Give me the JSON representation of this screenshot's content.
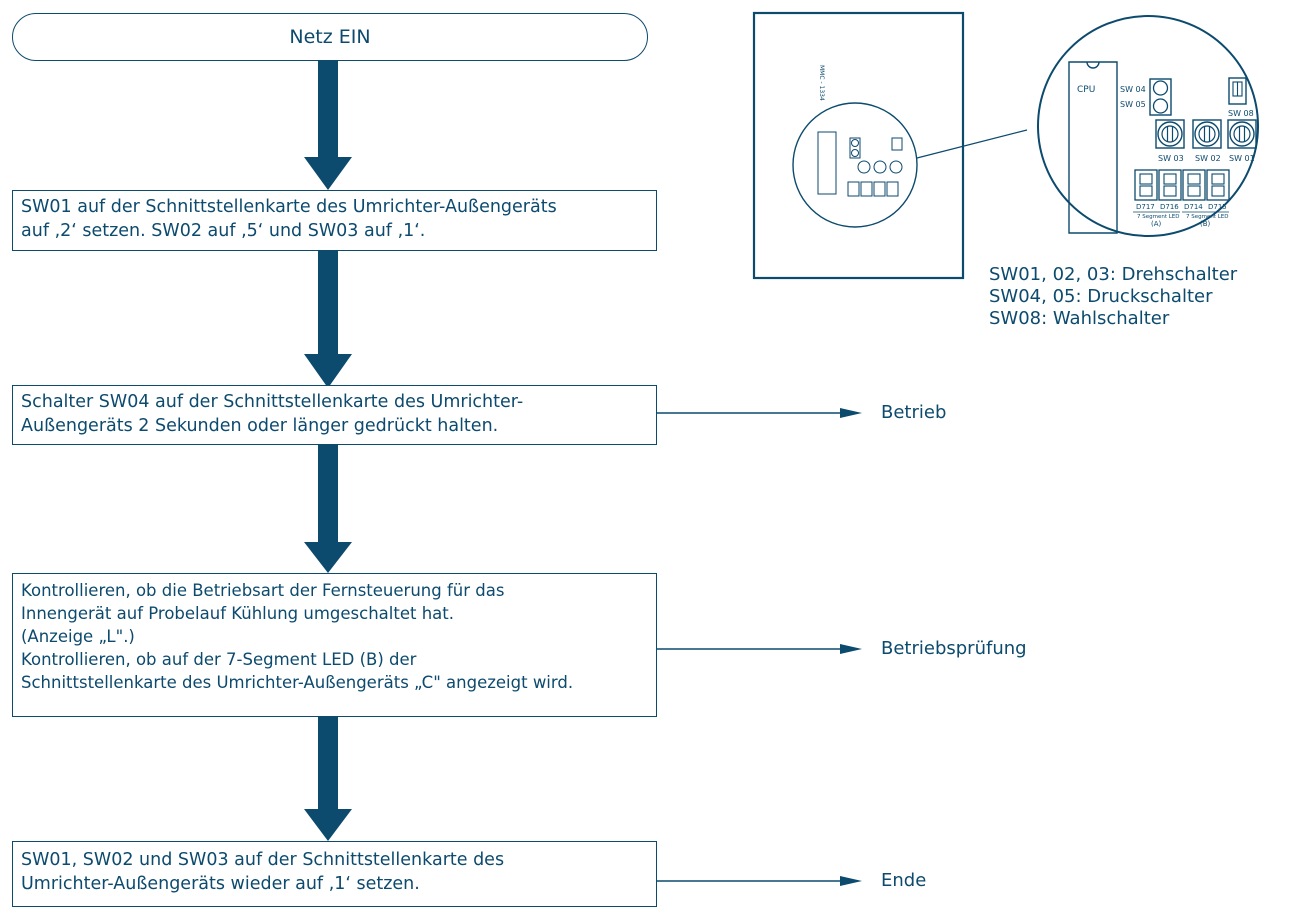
{
  "flowchart": {
    "start": "Netz EIN",
    "steps": [
      {
        "lines": [
          "SW01 auf der Schnittstellenkarte des Umrichter-Außengeräts",
          "auf ‚2‘ setzen. SW02 auf ‚5‘ und SW03 auf ‚1‘."
        ]
      },
      {
        "lines": [
          "Schalter SW04 auf der Schnittstellenkarte des Umrichter-",
          "Außengeräts 2 Sekunden oder länger gedrückt halten."
        ],
        "outcome": "Betrieb"
      },
      {
        "lines": [
          "Kontrollieren, ob die Betriebsart der Fernsteuerung für das",
          "Innengerät auf Probelauf Kühlung umgeschaltet hat.",
          "(Anzeige „L\".)",
          "Kontrollieren, ob auf der 7-Segment LED (B) der",
          "Schnittstellenkarte des Umrichter-Außengeräts „C\" angezeigt wird."
        ],
        "outcome": "Betriebsprüfung"
      },
      {
        "lines": [
          "SW01, SW02 und SW03 auf der Schnittstellenkarte des",
          "Umrichter-Außengeräts wieder auf ‚1‘ setzen."
        ],
        "outcome": "Ende"
      }
    ]
  },
  "board": {
    "model_label": "MMC - 1334",
    "cpu_label": "CPU",
    "switch_labels": {
      "sw04": "SW 04",
      "sw05": "SW 05",
      "sw08": "SW 08",
      "sw03": "SW 03",
      "sw02": "SW 02",
      "sw01": "SW 01"
    },
    "led_labels": [
      "D717",
      "D716",
      "D714",
      "D715"
    ],
    "led_group_label": "7 Segment LED",
    "led_group_a": "(A)",
    "led_group_b": "(B)"
  },
  "legend": [
    "SW01, 02, 03: Drehschalter",
    "SW04, 05: Druckschalter",
    "SW08: Wahlschalter"
  ],
  "colors": {
    "ink": "#0c4a6e",
    "arrow": "#0c4a6e"
  }
}
